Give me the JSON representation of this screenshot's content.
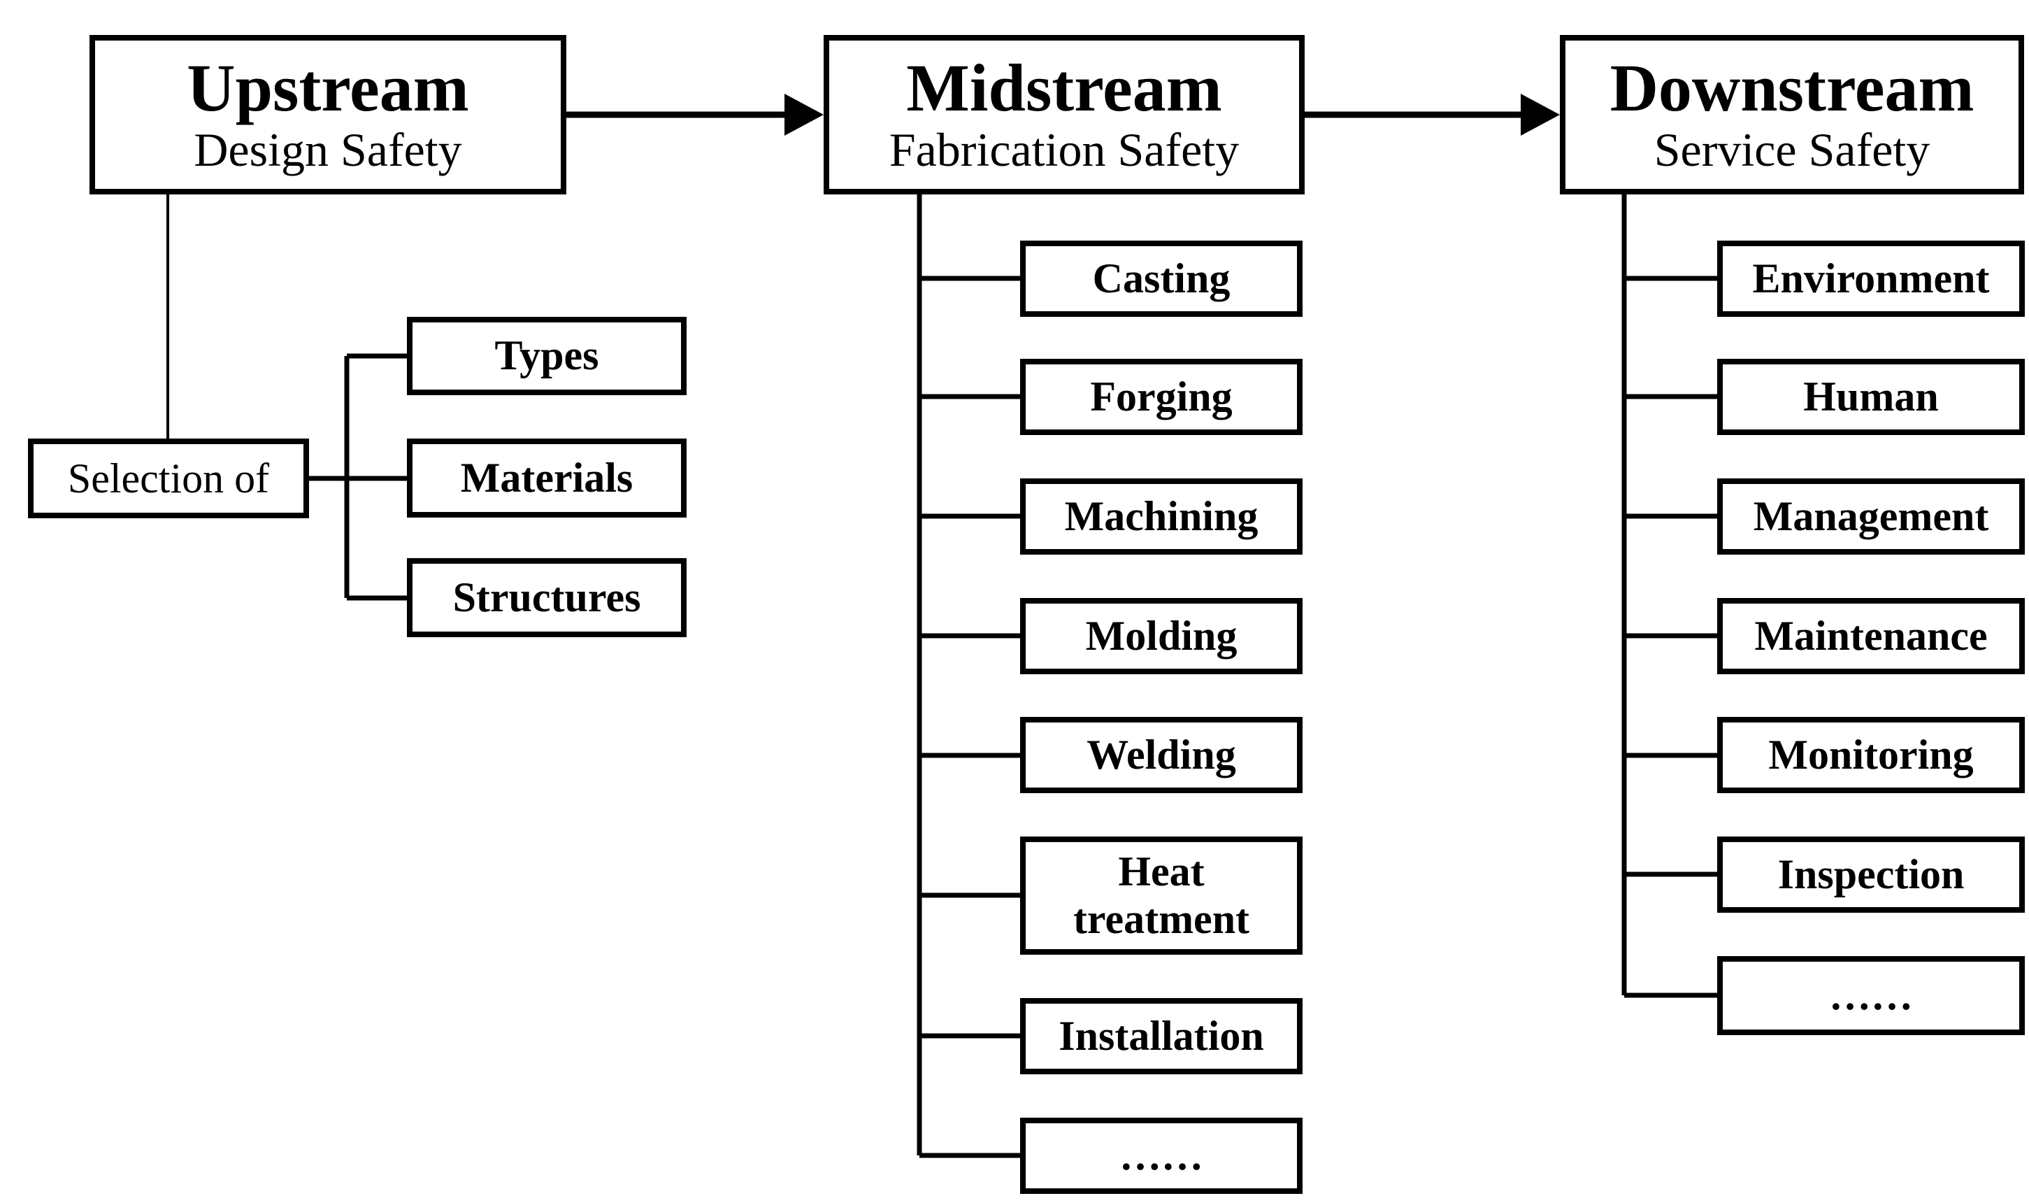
{
  "colors": {
    "background": "#ffffff",
    "line": "#000000",
    "box_fill": "#ffffff",
    "text": "#000000"
  },
  "upstream": {
    "title": "Upstream",
    "subtitle": "Design Safety",
    "selection_label": "Selection of",
    "items": [
      {
        "label": "Types"
      },
      {
        "label": "Materials"
      },
      {
        "label": "Structures"
      }
    ]
  },
  "midstream": {
    "title": "Midstream",
    "subtitle": "Fabrication Safety",
    "items": [
      {
        "label": "Casting"
      },
      {
        "label": "Forging"
      },
      {
        "label": "Machining"
      },
      {
        "label": "Molding"
      },
      {
        "label": "Welding"
      },
      {
        "label": "Heat treatment"
      },
      {
        "label": "Installation"
      },
      {
        "label": "……"
      }
    ]
  },
  "downstream": {
    "title": "Downstream",
    "subtitle": "Service Safety",
    "items": [
      {
        "label": "Environment"
      },
      {
        "label": "Human"
      },
      {
        "label": "Management"
      },
      {
        "label": "Maintenance"
      },
      {
        "label": "Monitoring"
      },
      {
        "label": "Inspection"
      },
      {
        "label": "……"
      }
    ]
  }
}
